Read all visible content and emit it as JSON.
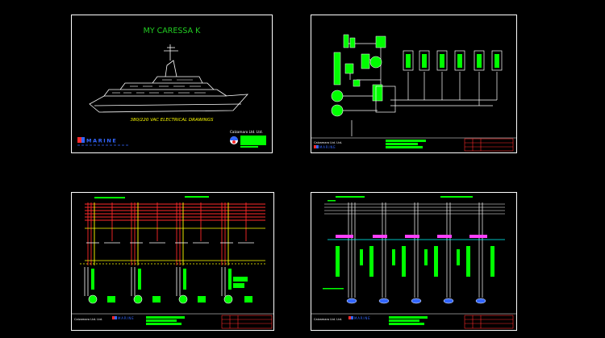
{
  "sheet1": {
    "title": "MY CARESSA K",
    "subtitle": "380/220 VAC ELECTRICAL DRAWINGS",
    "logo_left": "MARINE",
    "logo_right": "Calzamaro Ltd. Ltd."
  },
  "colors": {
    "background": "#000000",
    "frame": "#ffffff",
    "green": "#00ff00",
    "title_green": "#22cc22",
    "red": "#ff2a2a",
    "yellow": "#ffff00",
    "magenta": "#ff40ff",
    "cyan": "#00ffff",
    "blue": "#3366ff"
  }
}
